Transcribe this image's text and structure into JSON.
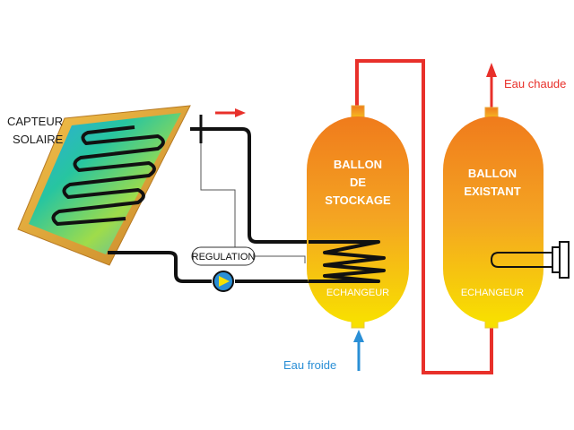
{
  "labels": {
    "collector_line1": "CAPTEUR",
    "collector_line2": "SOLAIRE",
    "storage_line1": "BALLON",
    "storage_line2": "DE",
    "storage_line3": "STOCKAGE",
    "storage_exchanger": "ECHANGEUR",
    "existing_line1": "BALLON",
    "existing_line2": "EXISTANT",
    "existing_exchanger": "ECHANGEUR",
    "regulation": "REGULATION",
    "hot_water": "Eau chaude",
    "cold_water": "Eau froide"
  },
  "colors": {
    "hot_pipe": "#e8302a",
    "cold_pipe": "#2a8fd6",
    "circuit_pipe": "#111111",
    "tank_top": "#f28a1e",
    "tank_bottom": "#f7e100",
    "collector_frame": "#e0a93a",
    "pump": "#2a8fd6"
  },
  "icons": [
    "solar-collector-icon",
    "pump-icon",
    "coil-exchanger-icon",
    "flow-arrow-icon"
  ]
}
